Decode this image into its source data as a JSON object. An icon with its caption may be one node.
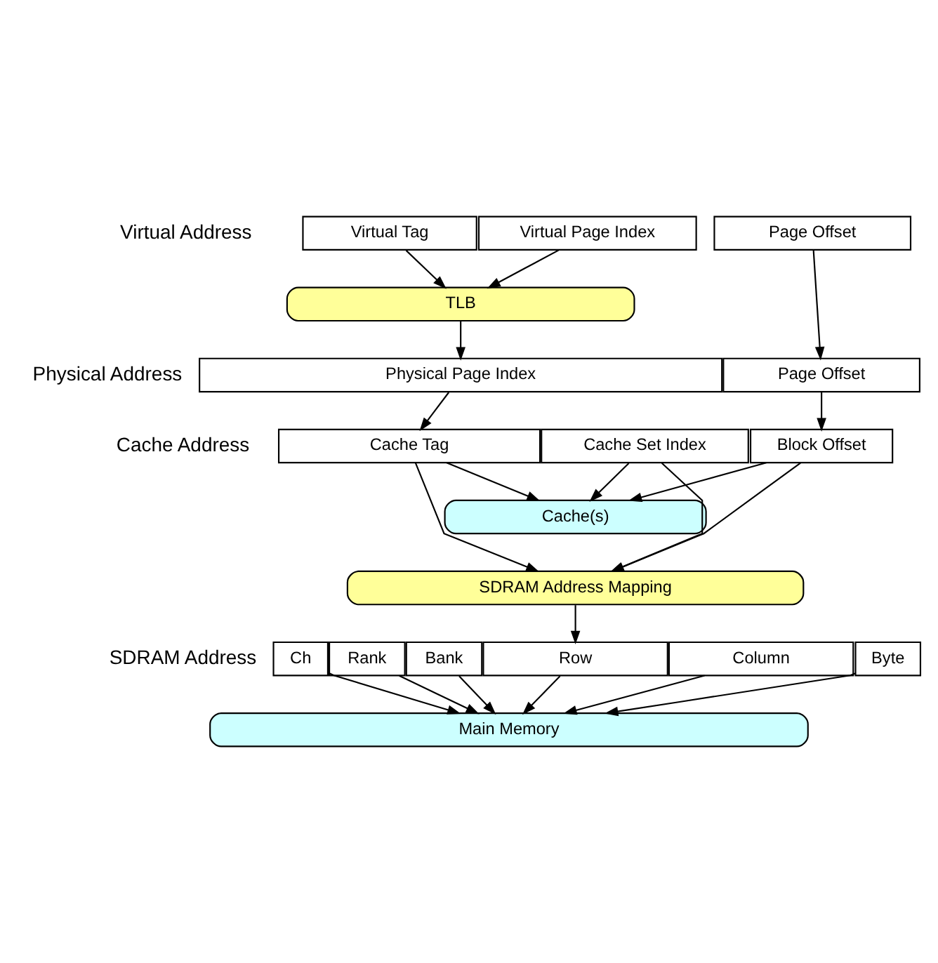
{
  "diagram": {
    "nodes": [
      {
        "text": [
          "Virtual Tag"
        ]
      },
      {
        "text": [
          "Virtual Page Index"
        ]
      },
      {
        "text": [
          "Page Offset"
        ]
      },
      {
        "text": [
          "TLB"
        ]
      },
      {
        "text": [
          "Physical Page Index"
        ]
      },
      {
        "text": [
          "Page Offset"
        ]
      },
      {
        "text": [
          "Cache Tag"
        ]
      },
      {
        "text": [
          "Cache Set Index"
        ]
      },
      {
        "text": [
          "Block Offset"
        ]
      },
      {
        "text": [
          "Cache(s)"
        ]
      },
      {
        "text": [
          "SDRAM Address Mapping"
        ]
      },
      {
        "text": [
          "Ch"
        ]
      },
      {
        "text": [
          "Rank"
        ]
      },
      {
        "text": [
          "Bank"
        ]
      },
      {
        "text": [
          "Row"
        ]
      },
      {
        "text": [
          "Column"
        ]
      },
      {
        "text": [
          "Byte"
        ]
      },
      {
        "text": [
          "Main Memory"
        ]
      }
    ],
    "edges": [
      {
        "from": 0,
        "to": 3,
        "arrow": "to"
      },
      {
        "from": 1,
        "to": 3,
        "arrow": "to"
      },
      {
        "from": 3,
        "to": 4,
        "arrow": "to"
      },
      {
        "from": 2,
        "to": 5,
        "arrow": "to"
      },
      {
        "from": 4,
        "to": 6,
        "arrow": "to"
      },
      {
        "from": 5,
        "to": 8,
        "arrow": "to"
      },
      {
        "from": 6,
        "to": 9,
        "arrow": "to"
      },
      {
        "from": 7,
        "to": 9,
        "arrow": "to"
      },
      {
        "from": 8,
        "to": 9,
        "arrow": "to"
      },
      {
        "from": 6,
        "to": 10,
        "arrow": "to"
      },
      {
        "from": 7,
        "to": 10,
        "arrow": "to"
      },
      {
        "from": 8,
        "to": 10,
        "arrow": "to"
      },
      {
        "from": 10,
        "to": 14,
        "arrow": "to"
      },
      {
        "from": 11,
        "to": 17,
        "arrow": "to"
      },
      {
        "from": 12,
        "to": 17,
        "arrow": "to"
      },
      {
        "from": 13,
        "to": 17,
        "arrow": "to"
      },
      {
        "from": 14,
        "to": 17,
        "arrow": "to"
      },
      {
        "from": 15,
        "to": 17,
        "arrow": "to"
      },
      {
        "from": 16,
        "to": 17,
        "arrow": "to"
      }
    ],
    "labels": [
      "Virtual Address",
      "Physical Address",
      "Cache Address",
      "SDRAM Address"
    ]
  }
}
